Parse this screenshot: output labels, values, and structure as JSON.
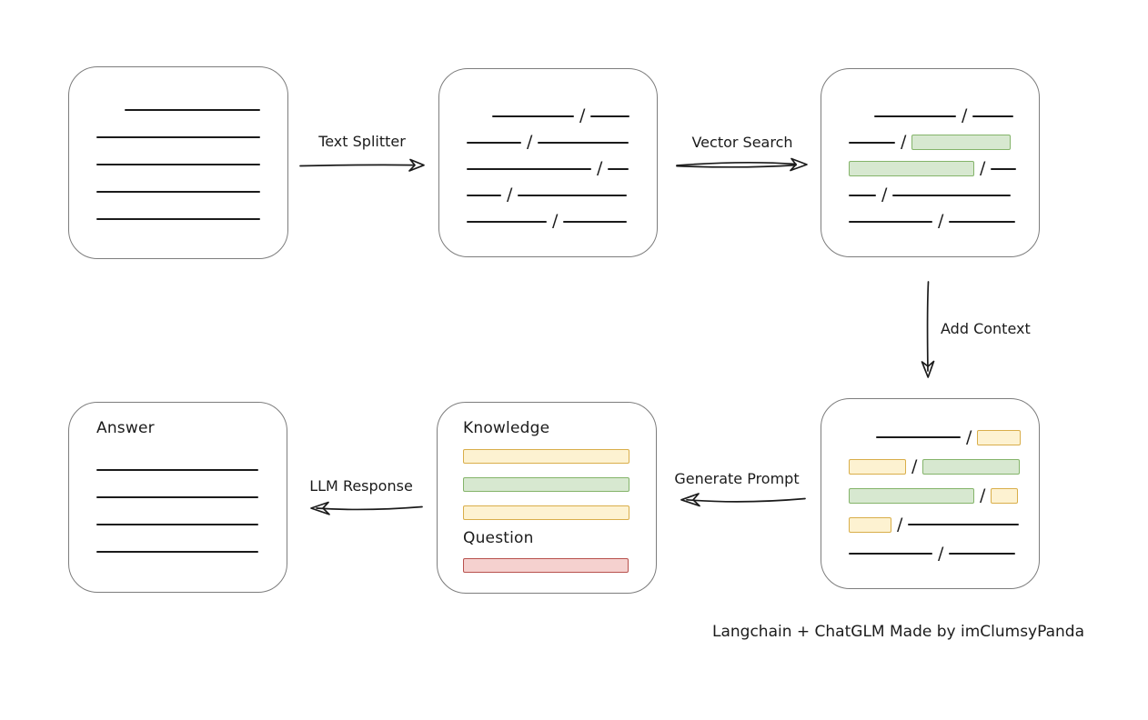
{
  "caption": "Langchain + ChatGLM Made by imClumsyPanda",
  "glyphs": {
    "separator": "/"
  },
  "colors": {
    "line": "#1b1b1b",
    "box_border": "#7d7d7d",
    "green_fill": "#d7e8d0",
    "green_border": "#84b46a",
    "yellow_fill": "#fdf2d1",
    "yellow_border": "#d9ae4a",
    "red_fill": "#f5d1cf",
    "red_border": "#b8514d"
  },
  "labels": {
    "text_splitter": "Text Splitter",
    "vector_search": "Vector Search",
    "add_context": "Add Context",
    "generate_prompt": "Generate Prompt",
    "llm_response": "LLM Response"
  },
  "boxes": {
    "document": {
      "lines": [
        {
          "indent": 31,
          "w": 149
        },
        {
          "w": 180
        },
        {
          "w": 180
        },
        {
          "w": 180
        },
        {
          "w": 180
        }
      ]
    },
    "chunks": {
      "rows": [
        {
          "indent": 28,
          "segs": [
            {
              "t": "line",
              "w": 90
            },
            {
              "t": "slash"
            },
            {
              "t": "line",
              "w": 43
            }
          ]
        },
        {
          "segs": [
            {
              "t": "line",
              "w": 60
            },
            {
              "t": "slash"
            },
            {
              "t": "line",
              "w": 100
            }
          ]
        },
        {
          "segs": [
            {
              "t": "line",
              "w": 137
            },
            {
              "t": "slash"
            },
            {
              "t": "line",
              "w": 23
            }
          ]
        },
        {
          "segs": [
            {
              "t": "line",
              "w": 38
            },
            {
              "t": "slash"
            },
            {
              "t": "line",
              "w": 120
            }
          ]
        },
        {
          "segs": [
            {
              "t": "line",
              "w": 88
            },
            {
              "t": "slash"
            },
            {
              "t": "line",
              "w": 70
            }
          ]
        }
      ]
    },
    "matched_chunks": {
      "rows": [
        {
          "indent": 28,
          "segs": [
            {
              "t": "line",
              "w": 90
            },
            {
              "t": "slash"
            },
            {
              "t": "line",
              "w": 45
            }
          ]
        },
        {
          "segs": [
            {
              "t": "line",
              "w": 51
            },
            {
              "t": "slash"
            },
            {
              "t": "green",
              "w": 109
            }
          ]
        },
        {
          "segs": [
            {
              "t": "green",
              "w": 138
            },
            {
              "t": "slash"
            },
            {
              "t": "line",
              "w": 28
            }
          ]
        },
        {
          "segs": [
            {
              "t": "line",
              "w": 30
            },
            {
              "t": "slash"
            },
            {
              "t": "line",
              "w": 130
            }
          ]
        },
        {
          "segs": [
            {
              "t": "line",
              "w": 92
            },
            {
              "t": "slash"
            },
            {
              "t": "line",
              "w": 73
            }
          ]
        }
      ]
    },
    "context_chunks": {
      "rows": [
        {
          "indent": 30,
          "segs": [
            {
              "t": "line",
              "w": 93
            },
            {
              "t": "slash"
            },
            {
              "t": "yellow",
              "w": 48
            }
          ]
        },
        {
          "segs": [
            {
              "t": "yellow",
              "w": 63
            },
            {
              "t": "slash"
            },
            {
              "t": "green",
              "w": 107
            }
          ]
        },
        {
          "segs": [
            {
              "t": "green",
              "w": 138
            },
            {
              "t": "slash"
            },
            {
              "t": "yellow",
              "w": 30
            }
          ]
        },
        {
          "segs": [
            {
              "t": "yellow",
              "w": 47
            },
            {
              "t": "slash"
            },
            {
              "t": "line",
              "w": 122
            }
          ]
        },
        {
          "segs": [
            {
              "t": "line",
              "w": 92
            },
            {
              "t": "slash"
            },
            {
              "t": "line",
              "w": 73
            }
          ]
        }
      ]
    },
    "prompt": {
      "knowledge_label": "Knowledge",
      "question_label": "Question",
      "knowledge_bars": [
        {
          "c": "yellow",
          "w": 183
        },
        {
          "c": "green",
          "w": 183
        },
        {
          "c": "yellow",
          "w": 183
        }
      ],
      "question_bars": [
        {
          "c": "red",
          "w": 182
        }
      ]
    },
    "answer": {
      "label": "Answer",
      "lines": [
        {
          "w": 178
        },
        {
          "w": 178
        },
        {
          "w": 178
        },
        {
          "w": 178
        }
      ]
    }
  }
}
